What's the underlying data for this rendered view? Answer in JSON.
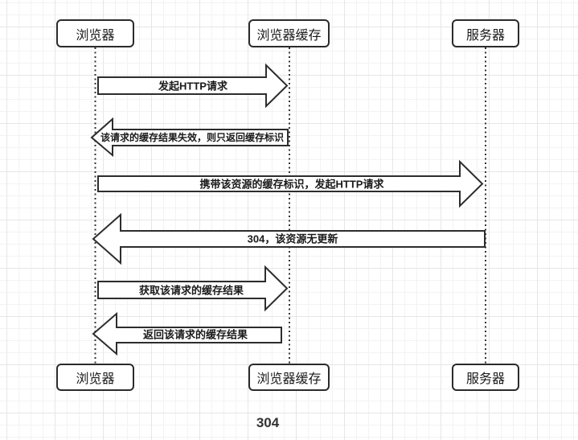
{
  "diagram": {
    "title": "304",
    "actors": [
      {
        "id": "browser",
        "label": "浏览器"
      },
      {
        "id": "browser-cache",
        "label": "浏览器缓存"
      },
      {
        "id": "server",
        "label": "服务器"
      }
    ],
    "messages": [
      {
        "from": "browser",
        "to": "browser-cache",
        "direction": "right",
        "label": "发起HTTP请求"
      },
      {
        "from": "browser-cache",
        "to": "browser",
        "direction": "left",
        "label": "该请求的缓存结果失效，则只返回缓存标识"
      },
      {
        "from": "browser",
        "to": "server",
        "direction": "right",
        "label": "携带该资源的缓存标识，发起HTTP请求"
      },
      {
        "from": "server",
        "to": "browser",
        "direction": "left",
        "label": "304，该资源无更新"
      },
      {
        "from": "browser",
        "to": "browser-cache",
        "direction": "right",
        "label": "获取该请求的缓存结果"
      },
      {
        "from": "browser-cache",
        "to": "browser",
        "direction": "left",
        "label": "返回该请求的缓存结果"
      }
    ],
    "colors": {
      "shape_stroke": "#2d2d2d",
      "shape_fill": "#ffffff",
      "text": "#1a1a1a",
      "grid_minor": "#f3f3f5",
      "grid_major": "#e6e6e8"
    }
  }
}
